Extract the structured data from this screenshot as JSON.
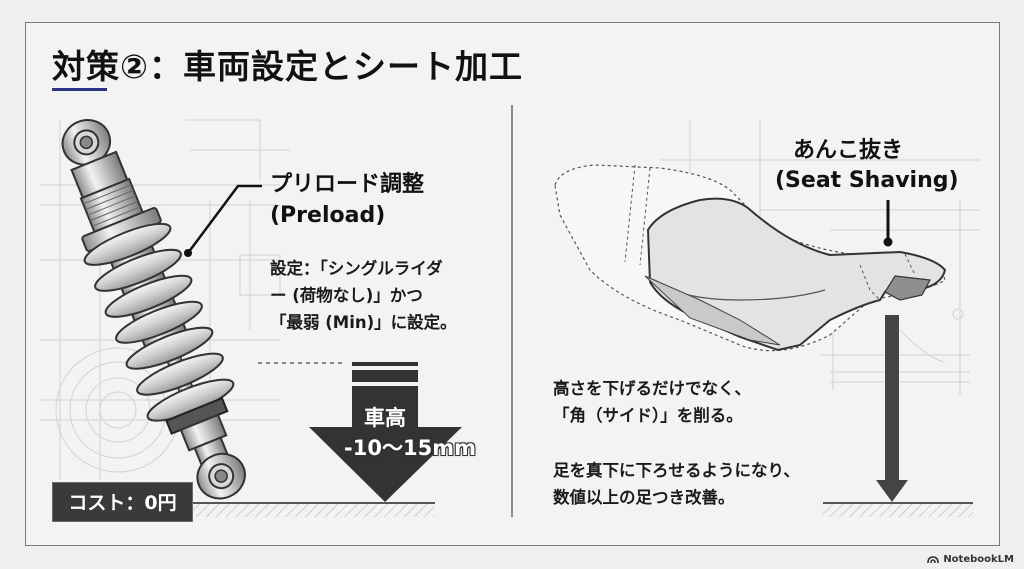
{
  "slide": {
    "title": "対策②：車両設定とシート加工",
    "accent_color": "#2a3480"
  },
  "left_panel": {
    "preload_label": {
      "line1": "プリロード調整",
      "line2": "(Preload)"
    },
    "setting_text": {
      "line1": "設定：「シングルライダ",
      "line2": "ー (荷物なし)」かつ",
      "line3": "「最弱 (Min)」に設定。"
    },
    "height_arrow": {
      "line1": "車高",
      "line2": "-10〜15mm"
    },
    "cost_badge": "コスト：0円",
    "illustration": "rear-shock-absorber"
  },
  "right_panel": {
    "seat_label": {
      "line1": "あんこ抜き",
      "line2": "(Seat Shaving)"
    },
    "description": {
      "para1_line1": "高さを下げるだけでなく、",
      "para1_line2": "「角（サイド）」を削る。",
      "para2_line1": "足を真下に下ろせるようになり、",
      "para2_line2": "数値以上の足つき改善。"
    },
    "illustration": "motorcycle-seat"
  },
  "footer": {
    "brand": "NotebookLM"
  },
  "colors": {
    "background": "#efefef",
    "dark": "#3a3a3a",
    "frame": "#7a7a7a"
  }
}
